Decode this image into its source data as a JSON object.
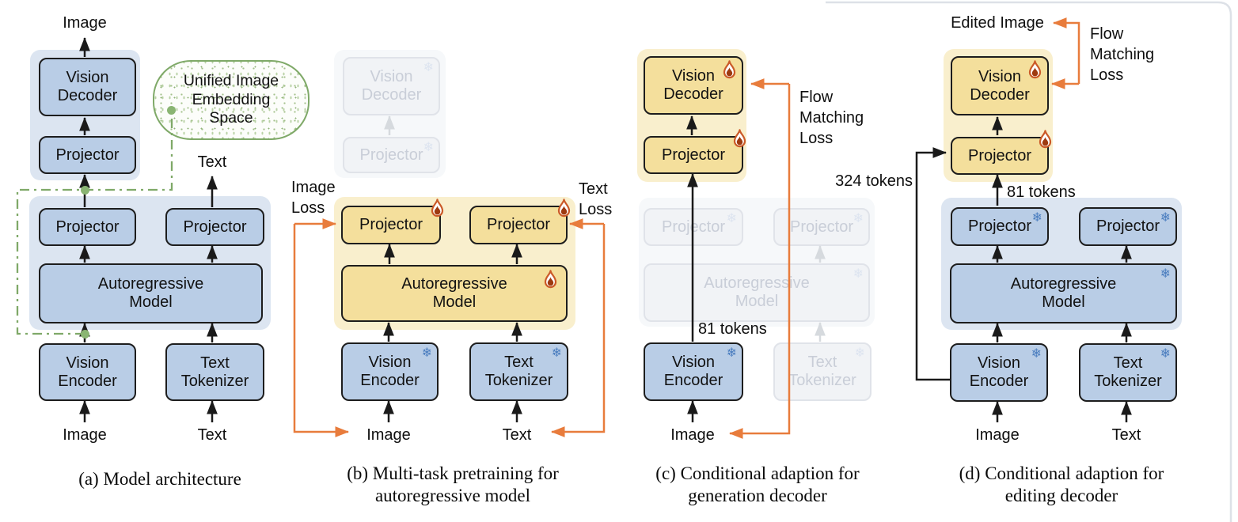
{
  "figure": {
    "colors": {
      "trainable_fill": "#f4df9c",
      "trainable_container": "#f9efcd",
      "frozen_fill": "#b9cde6",
      "frozen_container": "#dce5f1",
      "faded_fill": "#f1f3f6",
      "loss_arrow_orange": "#e87c3c",
      "embedding_outline_green": "#7fa968",
      "snowflake_blue": "#4a7dbf",
      "flame_orange": "#cb5a28"
    },
    "panels": {
      "a": {
        "caption": "(a) Model architecture",
        "image_output_label": "Image",
        "text_output_label": "Text",
        "embedding_space_label": "Unified Image Embedding Space",
        "boxes": {
          "vision_decoder": "Vision Decoder",
          "projector_decoder": "Projector",
          "projector_image": "Projector",
          "projector_text": "Projector",
          "autoregressive_model": "Autoregressive Model",
          "vision_encoder": "Vision Encoder",
          "text_tokenizer": "Text Tokenizer"
        },
        "input_labels": {
          "image": "Image",
          "text": "Text"
        }
      },
      "b": {
        "caption": "(b) Multi-task pretraining for autoregressive model",
        "image_loss_label": "Image Loss",
        "text_loss_label": "Text Loss",
        "boxes": {
          "vision_decoder": "Vision Decoder",
          "projector_decoder": "Projector",
          "projector_image": "Projector",
          "projector_text": "Projector",
          "autoregressive_model": "Autoregressive Model",
          "vision_encoder": "Vision Encoder",
          "text_tokenizer": "Text Tokenizer"
        },
        "input_labels": {
          "image": "Image",
          "text": "Text"
        }
      },
      "c": {
        "caption": "(c) Conditional adaption for generation decoder",
        "flow_matching_loss_label": "Flow Matching Loss",
        "tokens_81_label": "81 tokens",
        "boxes": {
          "vision_decoder": "Vision Decoder",
          "projector_decoder": "Projector",
          "projector_image": "Projector",
          "projector_text": "Projector",
          "autoregressive_model": "Autoregressive Model",
          "vision_encoder": "Vision Encoder",
          "text_tokenizer": "Text Tokenizer"
        },
        "input_labels": {
          "image": "Image"
        }
      },
      "d": {
        "caption": "(d) Conditional adaption for editing decoder",
        "edited_image_label": "Edited Image",
        "flow_matching_loss_label": "Flow Matching Loss",
        "tokens_324_label": "324 tokens",
        "tokens_81_label": "81 tokens",
        "boxes": {
          "vision_decoder": "Vision Decoder",
          "projector_decoder": "Projector",
          "projector_image": "Projector",
          "projector_text": "Projector",
          "autoregressive_model": "Autoregressive Model",
          "vision_encoder": "Vision Encoder",
          "text_tokenizer": "Text Tokenizer"
        },
        "input_labels": {
          "image": "Image",
          "text": "Text"
        }
      }
    }
  }
}
